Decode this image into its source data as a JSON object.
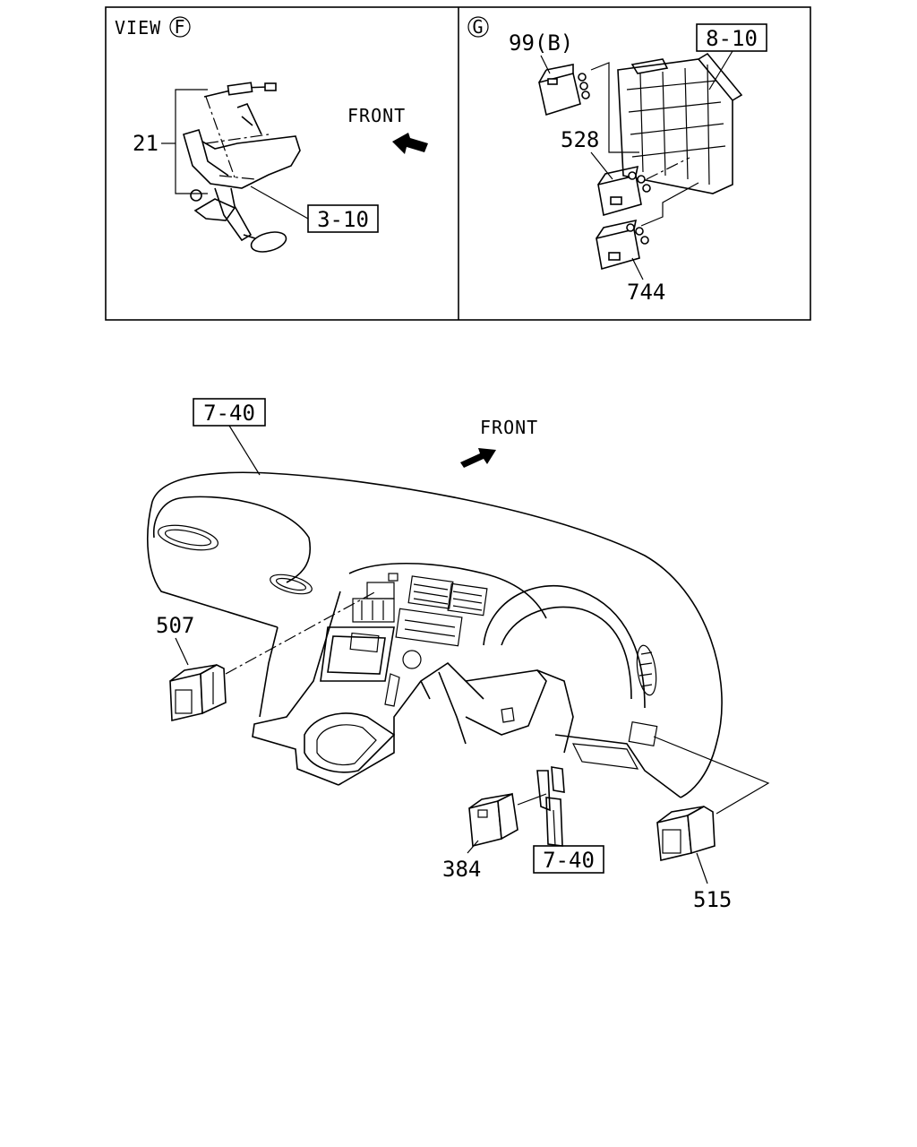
{
  "view_f": {
    "title": "VIEW",
    "marker": "F",
    "front_label": "FRONT",
    "labels": {
      "p21": "21",
      "ref_3_10": "3-10"
    }
  },
  "view_g": {
    "marker": "G",
    "labels": {
      "p99b": "99(B)",
      "ref_8_10": "8-10",
      "p528": "528",
      "p744": "744"
    }
  },
  "main": {
    "front_label": "FRONT",
    "labels": {
      "ref_7_40_top": "7-40",
      "p507": "507",
      "p384": "384",
      "ref_7_40_bottom": "7-40",
      "p515": "515"
    }
  }
}
